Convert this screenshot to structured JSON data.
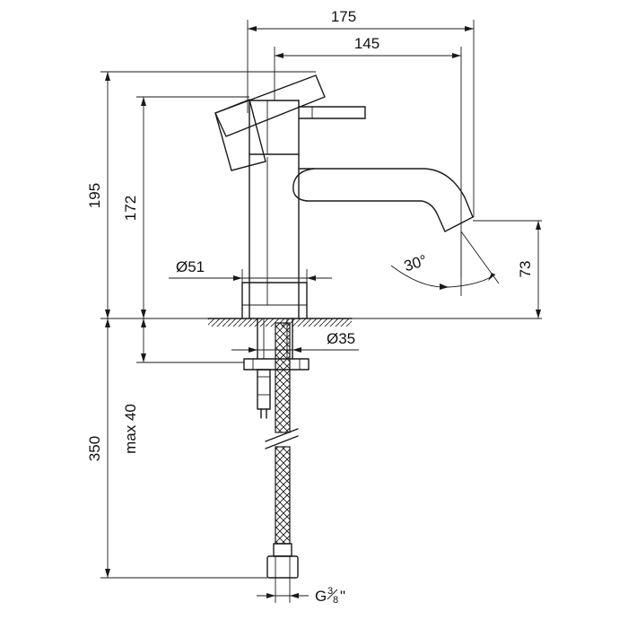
{
  "dimensions": {
    "total_reach": "175",
    "spout_reach": "145",
    "total_height": "195",
    "spout_height": "172",
    "outlet_height": "73",
    "spout_angle": "30°",
    "body_diameter": "Ø51",
    "shank_diameter": "Ø35",
    "max_counter_thickness": "max 40",
    "hose_length": "350",
    "connection_prefix": "G",
    "connection_num": "3",
    "connection_den": "8",
    "connection_suffix": "\""
  }
}
